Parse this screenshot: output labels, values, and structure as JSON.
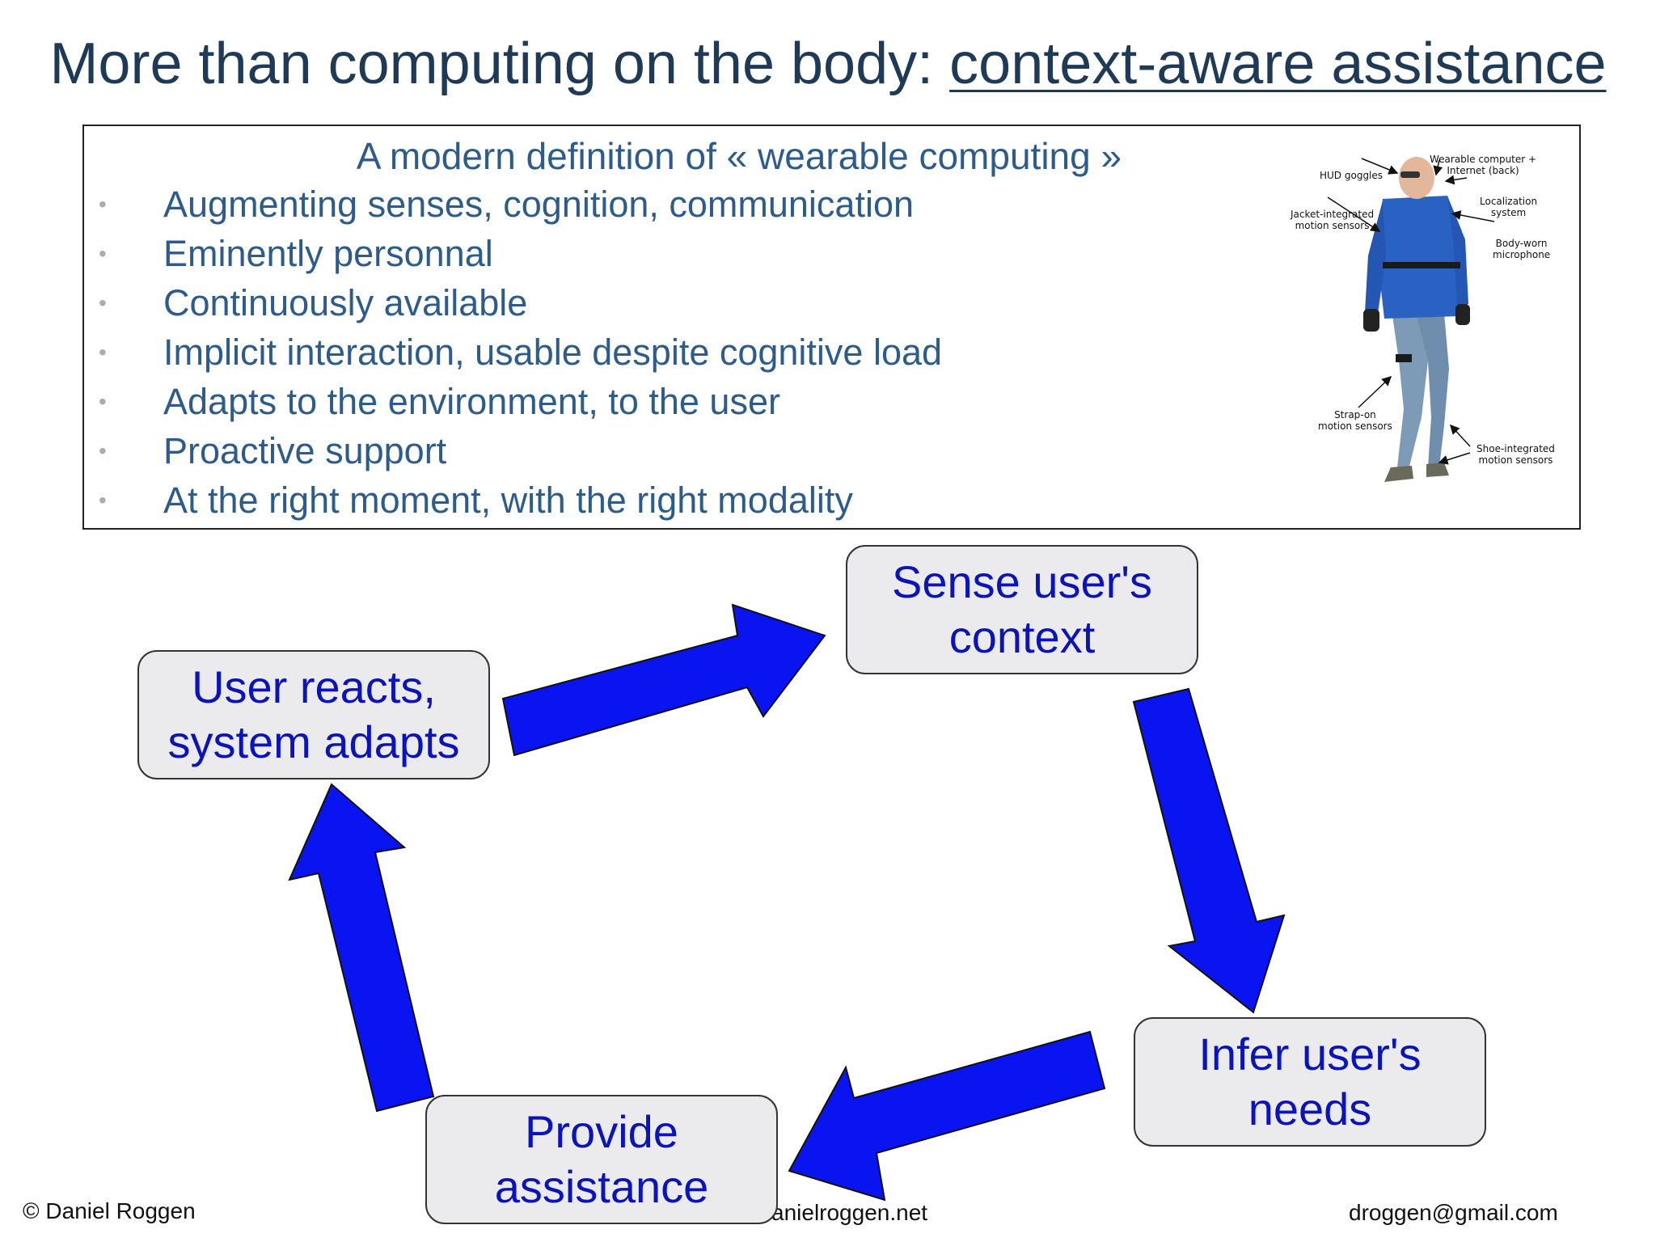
{
  "slide": {
    "title_plain": "More than computing on the body: ",
    "title_underlined": "context-aware assistance"
  },
  "definition": {
    "heading": "A modern definition of « wearable computing »",
    "bullet_glyph": "•",
    "items": [
      "Augmenting senses, cognition, communication",
      "Eminently personnal",
      "Continuously available",
      "Implicit interaction, usable despite cognitive load",
      "Adapts to the environment, to the user",
      "Proactive support",
      "At the right moment, with the right modality"
    ]
  },
  "figure": {
    "labels": {
      "hud_goggles": "HUD goggles",
      "wearable_computer": "Wearable computer +\nInternet (back)",
      "jacket_sensors": "Jacket-integrated\nmotion sensors",
      "localization": "Localization\nsystem",
      "microphone": "Body-worn\nmicrophone",
      "strap_sensors": "Strap-on\nmotion sensors",
      "shoe_sensors": "Shoe-integrated\nmotion sensors"
    },
    "colors": {
      "jacket": "#2a62c4",
      "jeans": "#7d9ab7",
      "skin": "#e3b89a"
    }
  },
  "cycle": {
    "sense": "Sense user's\ncontext",
    "infer": "Infer user's\nneeds",
    "provide": "Provide\nassistance",
    "react": "User reacts,\nsystem adapts",
    "box_color": "#ebebee",
    "text_color": "#0b14b8",
    "arrow_color": "#0a14f0"
  },
  "footer": {
    "copyright": "© Daniel Roggen",
    "website": "anielroggen.net",
    "email": "droggen@gmail.com"
  }
}
